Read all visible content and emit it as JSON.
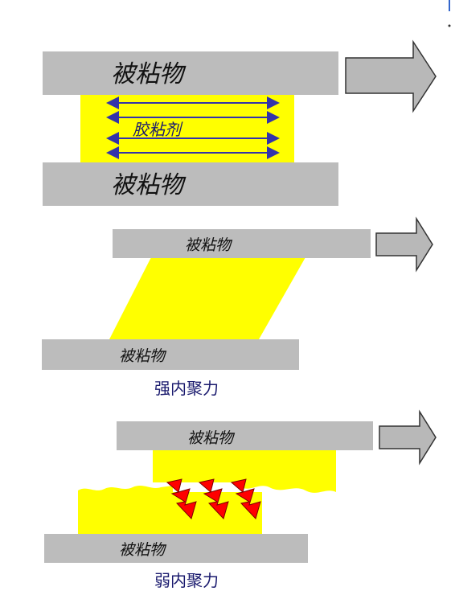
{
  "panel1": {
    "adherend_top": "被粘物",
    "adhesive": "胶粘剂",
    "adherend_bottom": "被粘物"
  },
  "panel2": {
    "adherend_top": "被粘物",
    "adherend_bottom": "被粘物",
    "caption": "强内聚力"
  },
  "panel3": {
    "adherend_top": "被粘物",
    "adherend_bottom": "被粘物",
    "caption": "弱内聚力"
  },
  "colors": {
    "adherend": "#bcbcbc",
    "adhesive": "#ffff00",
    "arrow": "#3333aa",
    "bolt": "#ff0000",
    "caption": "#1a1a6e"
  }
}
